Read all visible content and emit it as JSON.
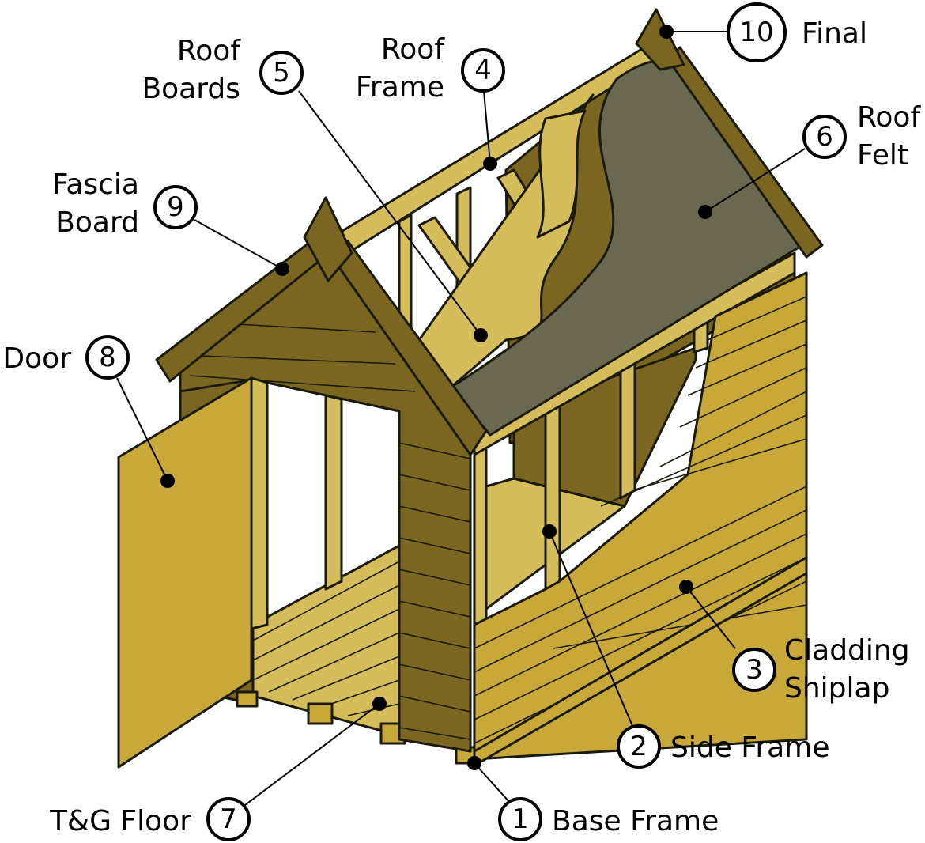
{
  "colors": {
    "timber_light": "#d6bd5c",
    "timber_mid": "#c9a83a",
    "timber_dark": "#7a6620",
    "felt": "#6b6850",
    "outline": "#1a1a0a"
  },
  "labels": {
    "base_frame": {
      "number": "1",
      "text": "Base Frame"
    },
    "side_frame": {
      "number": "2",
      "text": "Side Frame"
    },
    "cladding": {
      "number": "3",
      "line1": "Cladding",
      "line2": "Shiplap"
    },
    "roof_frame": {
      "number": "4",
      "line1": "Roof",
      "line2": "Frame"
    },
    "roof_boards": {
      "number": "5",
      "line1": "Roof",
      "line2": "Boards"
    },
    "roof_felt": {
      "number": "6",
      "line1": "Roof",
      "line2": "Felt"
    },
    "floor": {
      "number": "7",
      "text": "T&G Floor"
    },
    "door": {
      "number": "8",
      "text": "Door"
    },
    "fascia": {
      "number": "9",
      "line1": "Fascia",
      "line2": "Board"
    },
    "final": {
      "number": "10",
      "text": "Final"
    }
  }
}
